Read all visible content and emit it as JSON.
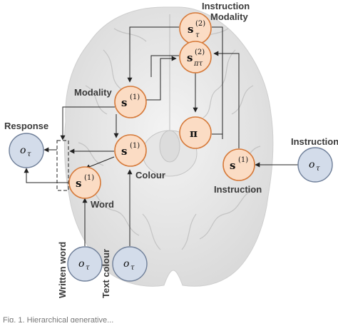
{
  "labels": {
    "instruction_modality": "Instruction\nModality",
    "modality": "Modality",
    "response": "Response",
    "colour": "Colour",
    "word": "Word",
    "instruction_state": "Instruction",
    "instruction_obs": "Instruction",
    "written_word": "Written word",
    "text_colour": "Text colour"
  },
  "nodes": {
    "s_tau_2": {
      "base": "s",
      "sup": "(2)",
      "sub": "τ"
    },
    "s_pitau_2": {
      "base": "s",
      "sup": "(2)",
      "sub": "πτ"
    },
    "s_modality": {
      "base": "s",
      "sup": "(1)"
    },
    "s_colour": {
      "base": "s",
      "sup": "(1)"
    },
    "s_word": {
      "base": "s",
      "sup": "(1)"
    },
    "s_instruction": {
      "base": "s",
      "sup": "(1)"
    },
    "pi": {
      "base": "π"
    },
    "o_response": {
      "base": "o",
      "sub": "τ"
    },
    "o_instruction": {
      "base": "o",
      "sub": "τ"
    },
    "o_written_word": {
      "base": "o",
      "sub": "τ"
    },
    "o_text_colour": {
      "base": "o",
      "sub": "τ"
    }
  },
  "caption": "Fig. 1. Hierarchical generative..."
}
